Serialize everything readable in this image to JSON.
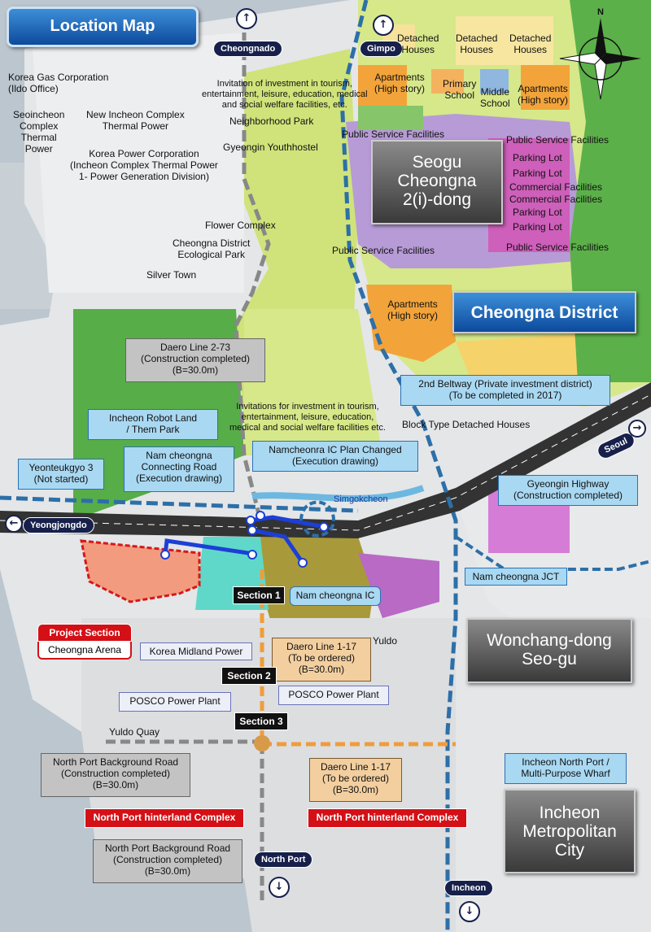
{
  "title": "Location Map",
  "directions": {
    "cheongnado": "Cheongnado",
    "gimpo": "Gimpo",
    "seoul": "Seoul",
    "yeongjongdo": "Yeongjongdo",
    "north_port": "North Port",
    "incheon": "Incheon",
    "compass_n": "N"
  },
  "districts": {
    "seogu_cheongna": "Seogu\nCheongna\n2(i)-dong",
    "cheongna_district": "Cheongna District",
    "wonchang": "Wonchang-dong\nSeo-gu",
    "incheon_city": "Incheon\nMetropolitan\nCity"
  },
  "labels": {
    "korea_gas": "Korea Gas Corporation\n(Ildo Office)",
    "seoincheon": "Seoincheon\nComplex\nThermal\nPower",
    "new_incheon": "New Incheon Complex\nThermal Power",
    "korea_power": "Korea Power Corporation\n(Incheon Complex Thermal Power\n1- Power Generation Division)",
    "invest_top": "Invitation of investment in tourism,\nentertainment, leisure, education, medical\nand social welfare facilities, etc.",
    "neighborhood_park": "Neighborhood Park",
    "youthhostel": "Gyeongin Youthhostel",
    "flower_complex": "Flower Complex",
    "ecological_park": "Cheongna District\nEcological Park",
    "silver_town": "Silver Town",
    "detached1": "Detached\nHouses",
    "detached2": "Detached\nHouses",
    "detached3": "Detached\nHouses",
    "apartments1": "Apartments\n(High story)",
    "primary_school": "Primary\nSchool",
    "middle_school": "Middle\nSchool",
    "apartments2": "Apartments\n(High story)",
    "psf1": "Public Service Facilities",
    "psf2": "Public Service Facilities",
    "parking1": "Parking Lot",
    "commercial1": "Commercial Facilities",
    "commercial2": "Commercial Facilities",
    "parking2": "Parking Lot",
    "parking3": "Parking Lot",
    "psf3": "Public Service Facilities",
    "psf4": "Public Service Facilities",
    "apartments3": "Apartments\n(High story)",
    "invest_mid": "Invitations for investment in tourism,\nentertainment, leisure, education,\nmedical and social welfare facilities etc.",
    "block_type": "Block Type Detached Houses",
    "simgokcheon": "Simgokcheon",
    "yuldo": "Yuldo",
    "yuldo_quay": "Yuldo Quay"
  },
  "boxes": {
    "daero_2_73": "Daero Line 2-73\n(Construction completed)\n(B=30.0m)",
    "beltway": "2nd Beltway (Private investment district)\n(To be completed in 2017)",
    "robot_land": "Incheon Robot Land\n/ Them Park",
    "namcheonra_ic": "Namcheonra IC Plan Changed\n(Execution drawing)",
    "nam_connecting": "Nam cheongna\nConnecting Road\n(Execution drawing)",
    "yeonteukgyo": "Yeonteukgyo 3\n(Not started)",
    "gyeongin_hwy": "Gyeongin Highway\n(Construction completed)",
    "nam_jct": "Nam cheongna JCT",
    "section1": "Section 1",
    "nam_ic": "Nam cheongna IC",
    "project_section": "Project Section",
    "cheongna_arena": "Cheongna Arena",
    "korea_midland": "Korea Midland Power",
    "daero_1_17a": "Daero Line 1-17\n(To be ordered)\n(B=30.0m)",
    "section2": "Section 2",
    "posco_left": "POSCO Power Plant",
    "posco_right": "POSCO Power Plant",
    "section3": "Section 3",
    "north_port_bg1": "North Port Background Road\n(Construction completed)\n(B=30.0m)",
    "daero_1_17b": "Daero Line 1-17\n(To be ordered)\n(B=30.0m)",
    "north_port_hinter1": "North Port hinterland Complex",
    "north_port_hinter2": "North Port hinterland Complex",
    "north_port_bg2": "North Port Background Road\n(Construction completed)\n(B=30.0m)",
    "incheon_north_port": "Incheon North Port /\nMulti-Purpose Wharf"
  }
}
